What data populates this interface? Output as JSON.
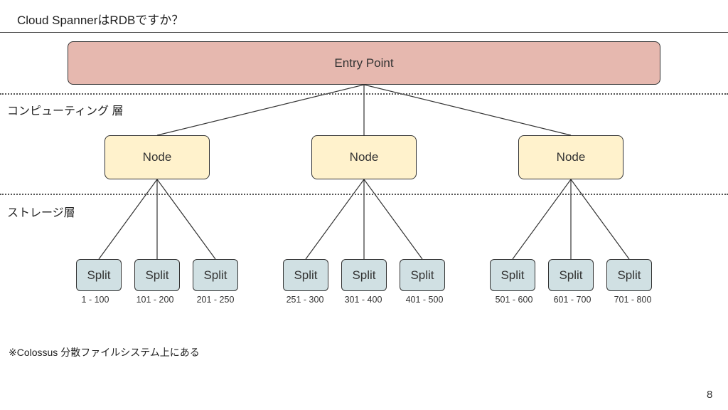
{
  "slide": {
    "title": "Cloud SpannerはRDBですか？",
    "page_number": "8",
    "footnote": "※Colossus 分散ファイルシステム上にある"
  },
  "layers": {
    "compute": "コンピューティング 層",
    "storage": "ストレージ層"
  },
  "diagram": {
    "entry_point": "Entry Point",
    "nodes": [
      {
        "label": "Node",
        "splits": [
          {
            "label": "Split",
            "range": "1 - 100"
          },
          {
            "label": "Split",
            "range": "101  - 200"
          },
          {
            "label": "Split",
            "range": "201 - 250"
          }
        ]
      },
      {
        "label": "Node",
        "splits": [
          {
            "label": "Split",
            "range": "251 - 300"
          },
          {
            "label": "Split",
            "range": "301 - 400"
          },
          {
            "label": "Split",
            "range": "401 - 500"
          }
        ]
      },
      {
        "label": "Node",
        "splits": [
          {
            "label": "Split",
            "range": "501 - 600"
          },
          {
            "label": "Split",
            "range": "601 - 700"
          },
          {
            "label": "Split",
            "range": "701 - 800"
          }
        ]
      }
    ]
  },
  "colors": {
    "entry_fill": "#e6b8af",
    "node_fill": "#fff2cc",
    "split_fill": "#d0e0e3",
    "line": "#333333"
  }
}
